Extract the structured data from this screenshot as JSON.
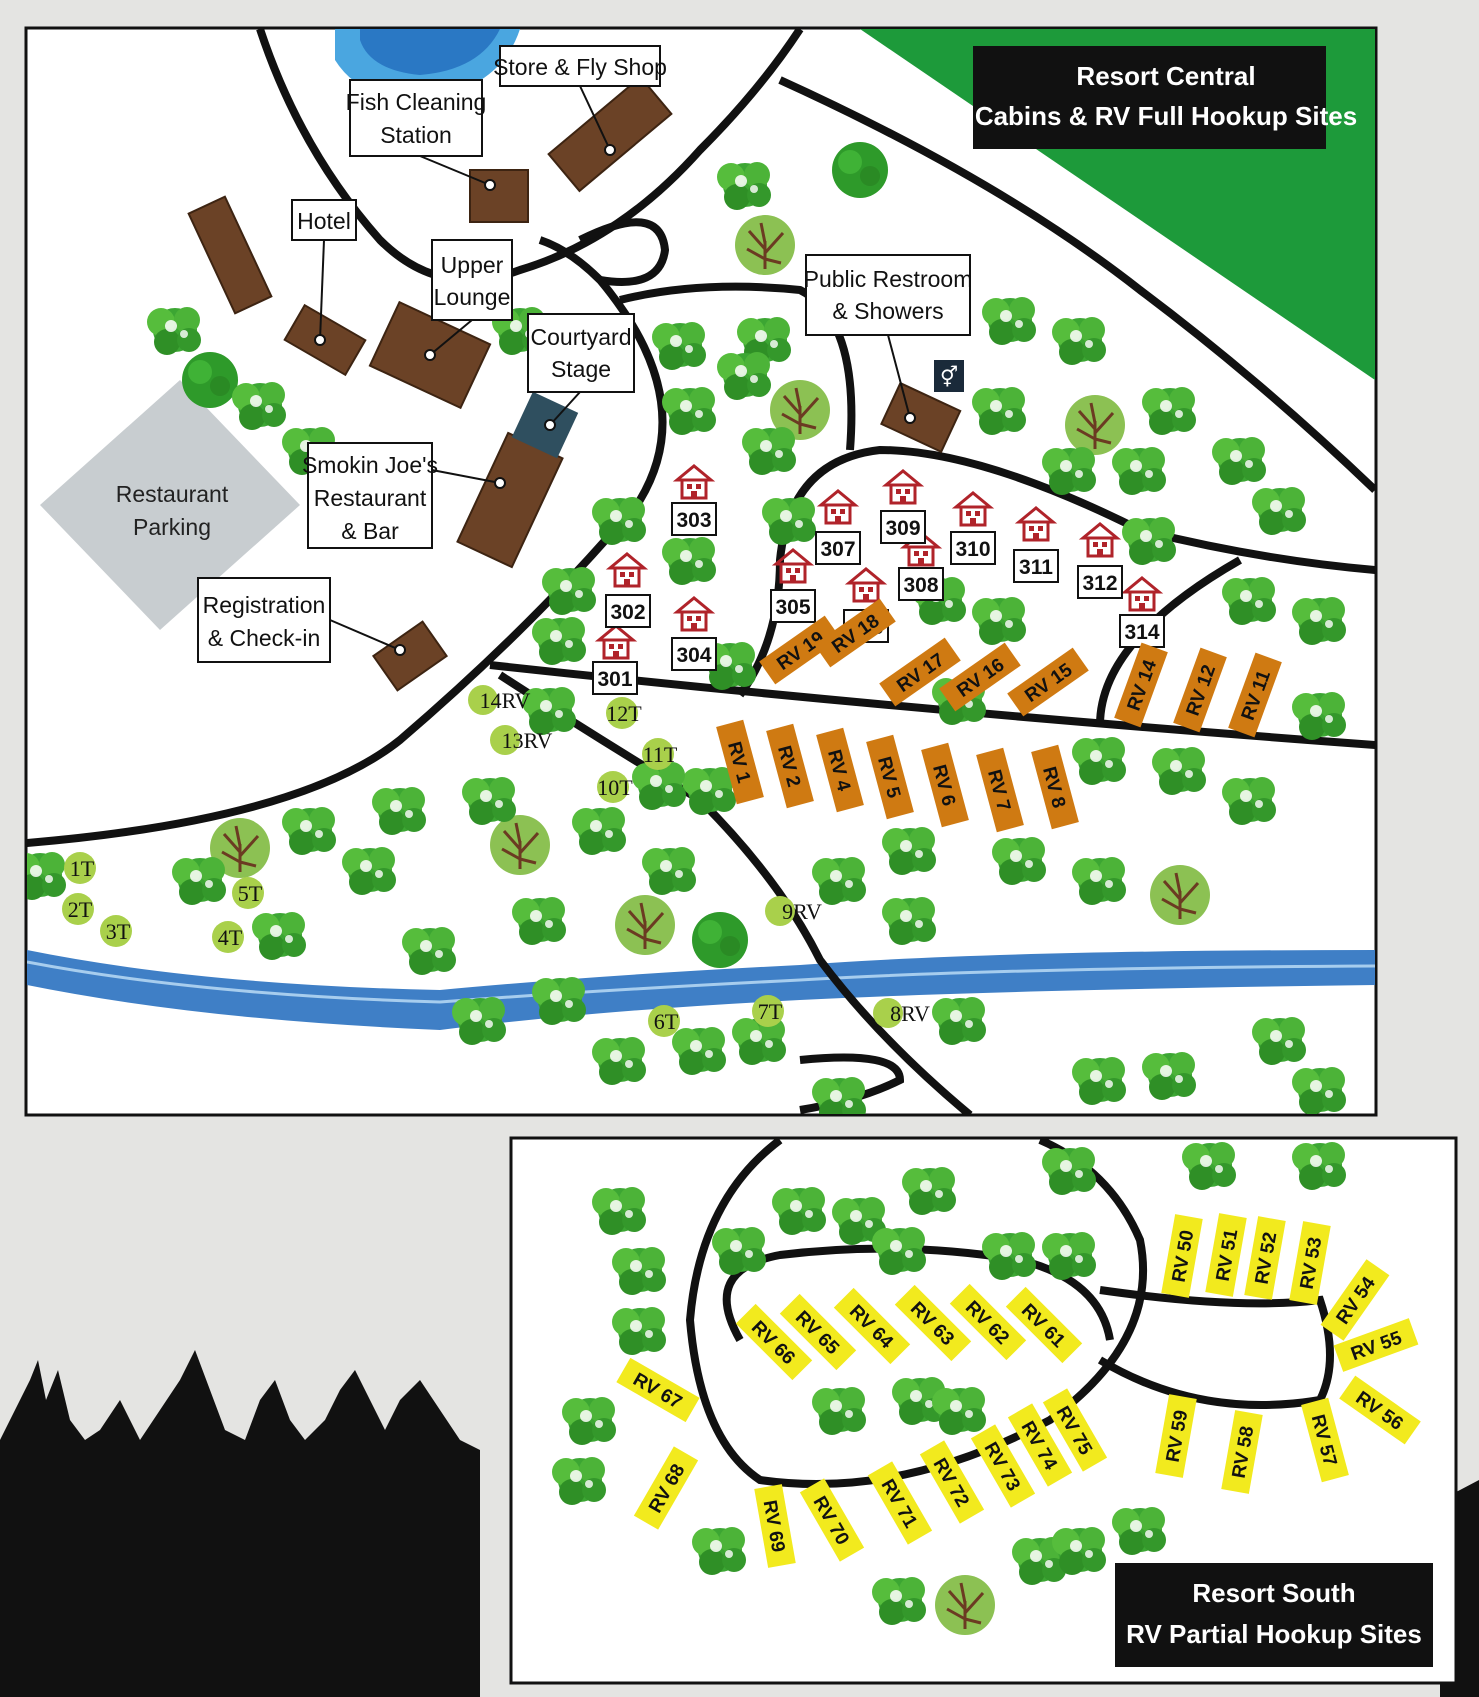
{
  "central_panel": {
    "title_line1": "Resort Central",
    "title_line2": "Cabins & RV Full Hookup Sites"
  },
  "south_panel": {
    "title_line1": "Resort South",
    "title_line2": "RV Partial Hookup Sites"
  },
  "callouts": {
    "store": "Store & Fly Shop",
    "fish_1": "Fish Cleaning",
    "fish_2": "Station",
    "hotel": "Hotel",
    "upper_1": "Upper",
    "upper_2": "Lounge",
    "courtyard_1": "Courtyard",
    "courtyard_2": "Stage",
    "smokin_1": "Smokin Joe's",
    "smokin_2": "Restaurant",
    "smokin_3": "& Bar",
    "registration_1": "Registration",
    "registration_2": "& Check-in",
    "restroom_1": "Public Restroom",
    "restroom_2": "& Showers"
  },
  "parking": {
    "line1": "Restaurant",
    "line2": "Parking"
  },
  "cabins": [
    "301",
    "302",
    "303",
    "304",
    "305",
    "306",
    "307",
    "308",
    "309",
    "310",
    "311",
    "312",
    "314"
  ],
  "rv_central": [
    "RV 19",
    "RV 18",
    "RV 17",
    "RV 16",
    "RV 15",
    "RV 14",
    "RV 12",
    "RV 11",
    "RV 1",
    "RV 2",
    "RV 4",
    "RV 5",
    "RV 6",
    "RV 7",
    "RV 8"
  ],
  "rv_south": [
    "RV 50",
    "RV 51",
    "RV 52",
    "RV 53",
    "RV 54",
    "RV 55",
    "RV 56",
    "RV 57",
    "RV 58",
    "RV 59",
    "RV 61",
    "RV 62",
    "RV 63",
    "RV 64",
    "RV 65",
    "RV 66",
    "RV 67",
    "RV 68",
    "RV 69",
    "RV 70",
    "RV 71",
    "RV 72",
    "RV 73",
    "RV 74",
    "RV 75"
  ],
  "tent_sites": [
    "1T",
    "2T",
    "3T",
    "4T",
    "5T",
    "6T",
    "7T",
    "10T",
    "11T",
    "12T"
  ],
  "rv_tags": [
    "14RV",
    "13RV",
    "9RV",
    "8RV"
  ],
  "colors": {
    "cabin_rv": "#cf7a12",
    "partial_rv": "#f2ea1e",
    "water": "#4a85c8",
    "grass": "#1d9a3a",
    "cabin_icon": "#b0232a",
    "tree": "#2f9a2a",
    "building": "#6b4226"
  },
  "icons": [
    "restroom-icon",
    "cabin-icon",
    "tree-icon",
    "building-icon"
  ]
}
